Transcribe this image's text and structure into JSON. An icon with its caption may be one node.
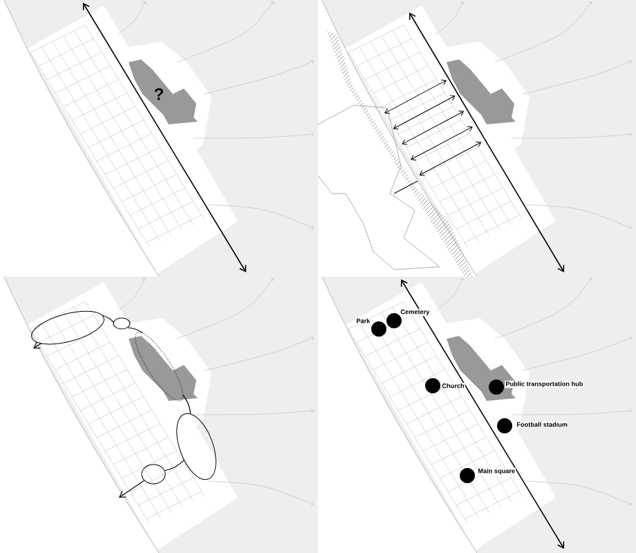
{
  "diagram": {
    "nodes": [
      {
        "text": [],
        "shape": "ellipse"
      },
      {
        "text": [],
        "shape": "ellipse"
      },
      {
        "text": [],
        "shape": "ellipse"
      },
      {
        "text": [],
        "shape": "ellipse"
      },
      {
        "text": [],
        "shape": "ellipse"
      },
      {
        "text": [],
        "shape": "circle",
        "beside": [
          "Park"
        ]
      },
      {
        "text": [],
        "shape": "circle",
        "beside": [
          "Cemetery"
        ]
      },
      {
        "text": [],
        "shape": "circle",
        "beside": [
          "Church"
        ]
      },
      {
        "text": [],
        "shape": "circle",
        "beside": [
          "Public transportation hub"
        ]
      },
      {
        "text": [],
        "shape": "circle",
        "beside": [
          "Football stadium"
        ]
      },
      {
        "text": [],
        "shape": "circle",
        "beside": [
          "Main square"
        ]
      }
    ],
    "edges": [
      {
        "from": 0,
        "to": null,
        "arrow": "to"
      },
      {
        "from": 0,
        "to": 1,
        "arrow": "none"
      },
      {
        "from": 1,
        "to": 2,
        "arrow": "none"
      },
      {
        "from": 2,
        "to": 3,
        "arrow": "none"
      },
      {
        "from": 3,
        "to": 4,
        "arrow": "none"
      },
      {
        "from": 4,
        "to": null,
        "arrow": "to"
      }
    ],
    "labels": [
      "?"
    ]
  }
}
